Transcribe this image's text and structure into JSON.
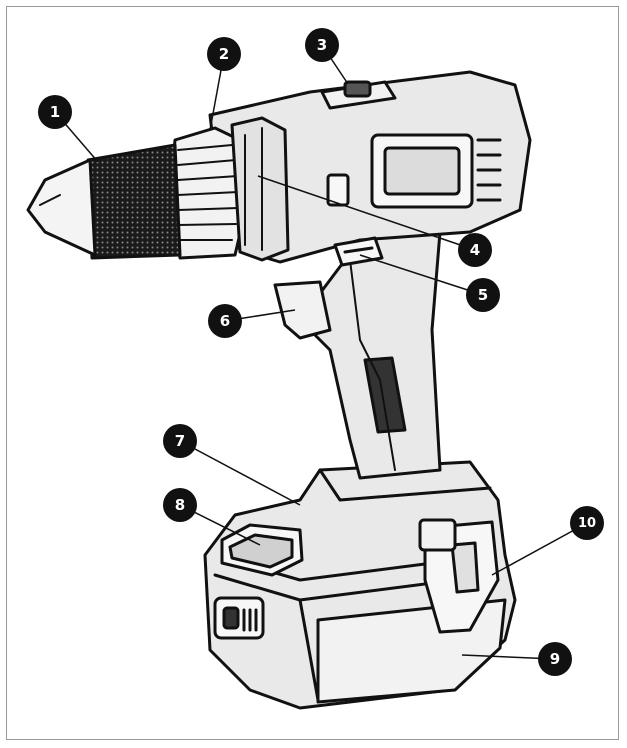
{
  "callouts": [
    {
      "id": "1",
      "label": "1"
    },
    {
      "id": "2",
      "label": "2"
    },
    {
      "id": "3",
      "label": "3"
    },
    {
      "id": "4",
      "label": "4"
    },
    {
      "id": "5",
      "label": "5"
    },
    {
      "id": "6",
      "label": "6"
    },
    {
      "id": "7",
      "label": "7"
    },
    {
      "id": "8",
      "label": "8"
    },
    {
      "id": "9",
      "label": "9"
    },
    {
      "id": "10",
      "label": "10"
    }
  ],
  "colors": {
    "body_fill": "#e9e9e9",
    "outline": "#111111",
    "marker": "#111111",
    "marker_text": "#ffffff",
    "frame": "#9a9a9a"
  }
}
